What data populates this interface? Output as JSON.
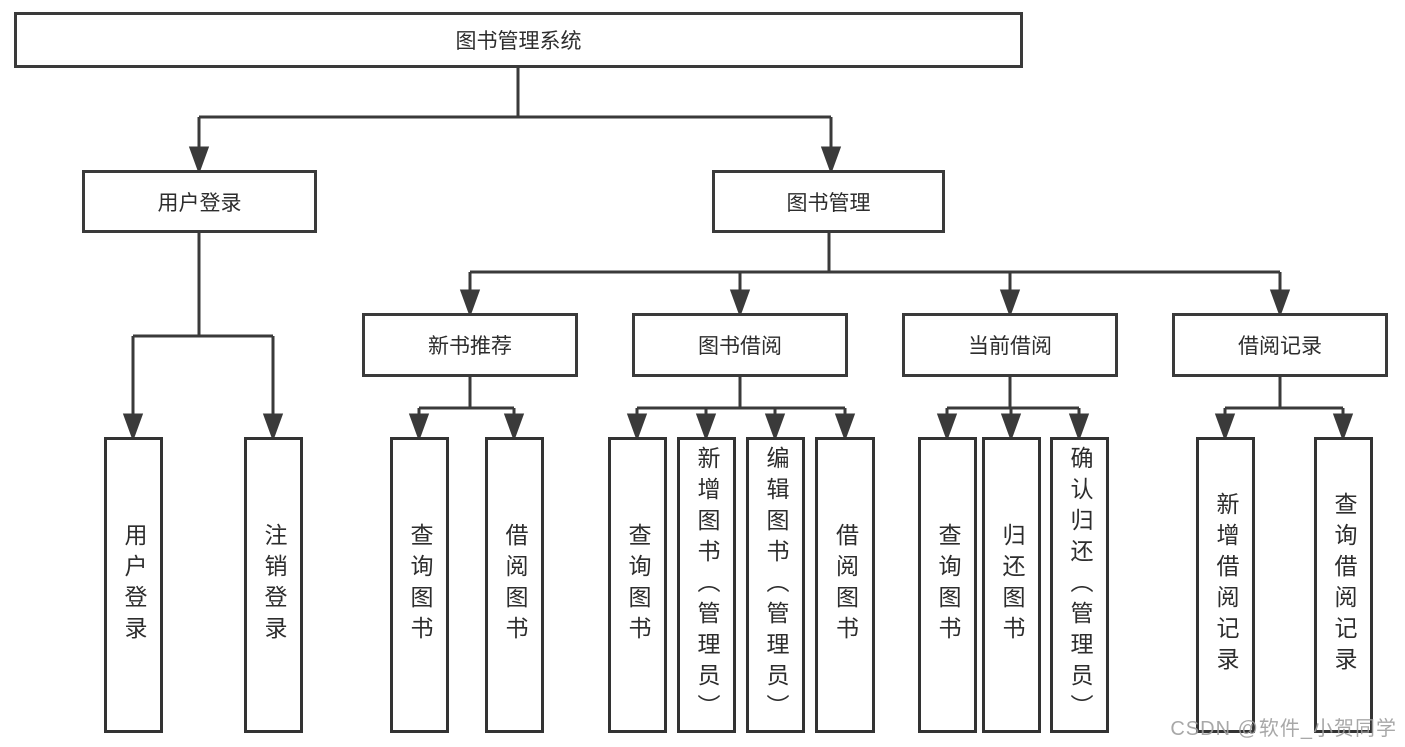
{
  "diagram": {
    "title": "图书管理系统",
    "colors": {
      "line": "#3a3a3a",
      "text": "#2d2d2d",
      "box_bg": "#ffffff",
      "watermark": "#9e9e9e"
    },
    "tree": {
      "root_label": "图书管理系统",
      "level2": [
        {
          "label": "用户登录"
        },
        {
          "label": "图书管理"
        }
      ],
      "level3": [
        {
          "label": "新书推荐"
        },
        {
          "label": "图书借阅"
        },
        {
          "label": "当前借阅"
        },
        {
          "label": "借阅记录"
        }
      ],
      "leaves": {
        "user_login": [
          "用户登录",
          "注销登录"
        ],
        "new_book": [
          "查询图书",
          "借阅图书"
        ],
        "book_borrow": [
          "查询图书",
          "新增图书（管理员）",
          "编辑图书（管理员）",
          "借阅图书"
        ],
        "current_borrow": [
          "查询图书",
          "归还图书",
          "确认归还（管理员）"
        ],
        "borrow_record": [
          "新增借阅记录",
          "查询借阅记录"
        ]
      }
    },
    "watermark": "CSDN @软件_小贺同学"
  }
}
